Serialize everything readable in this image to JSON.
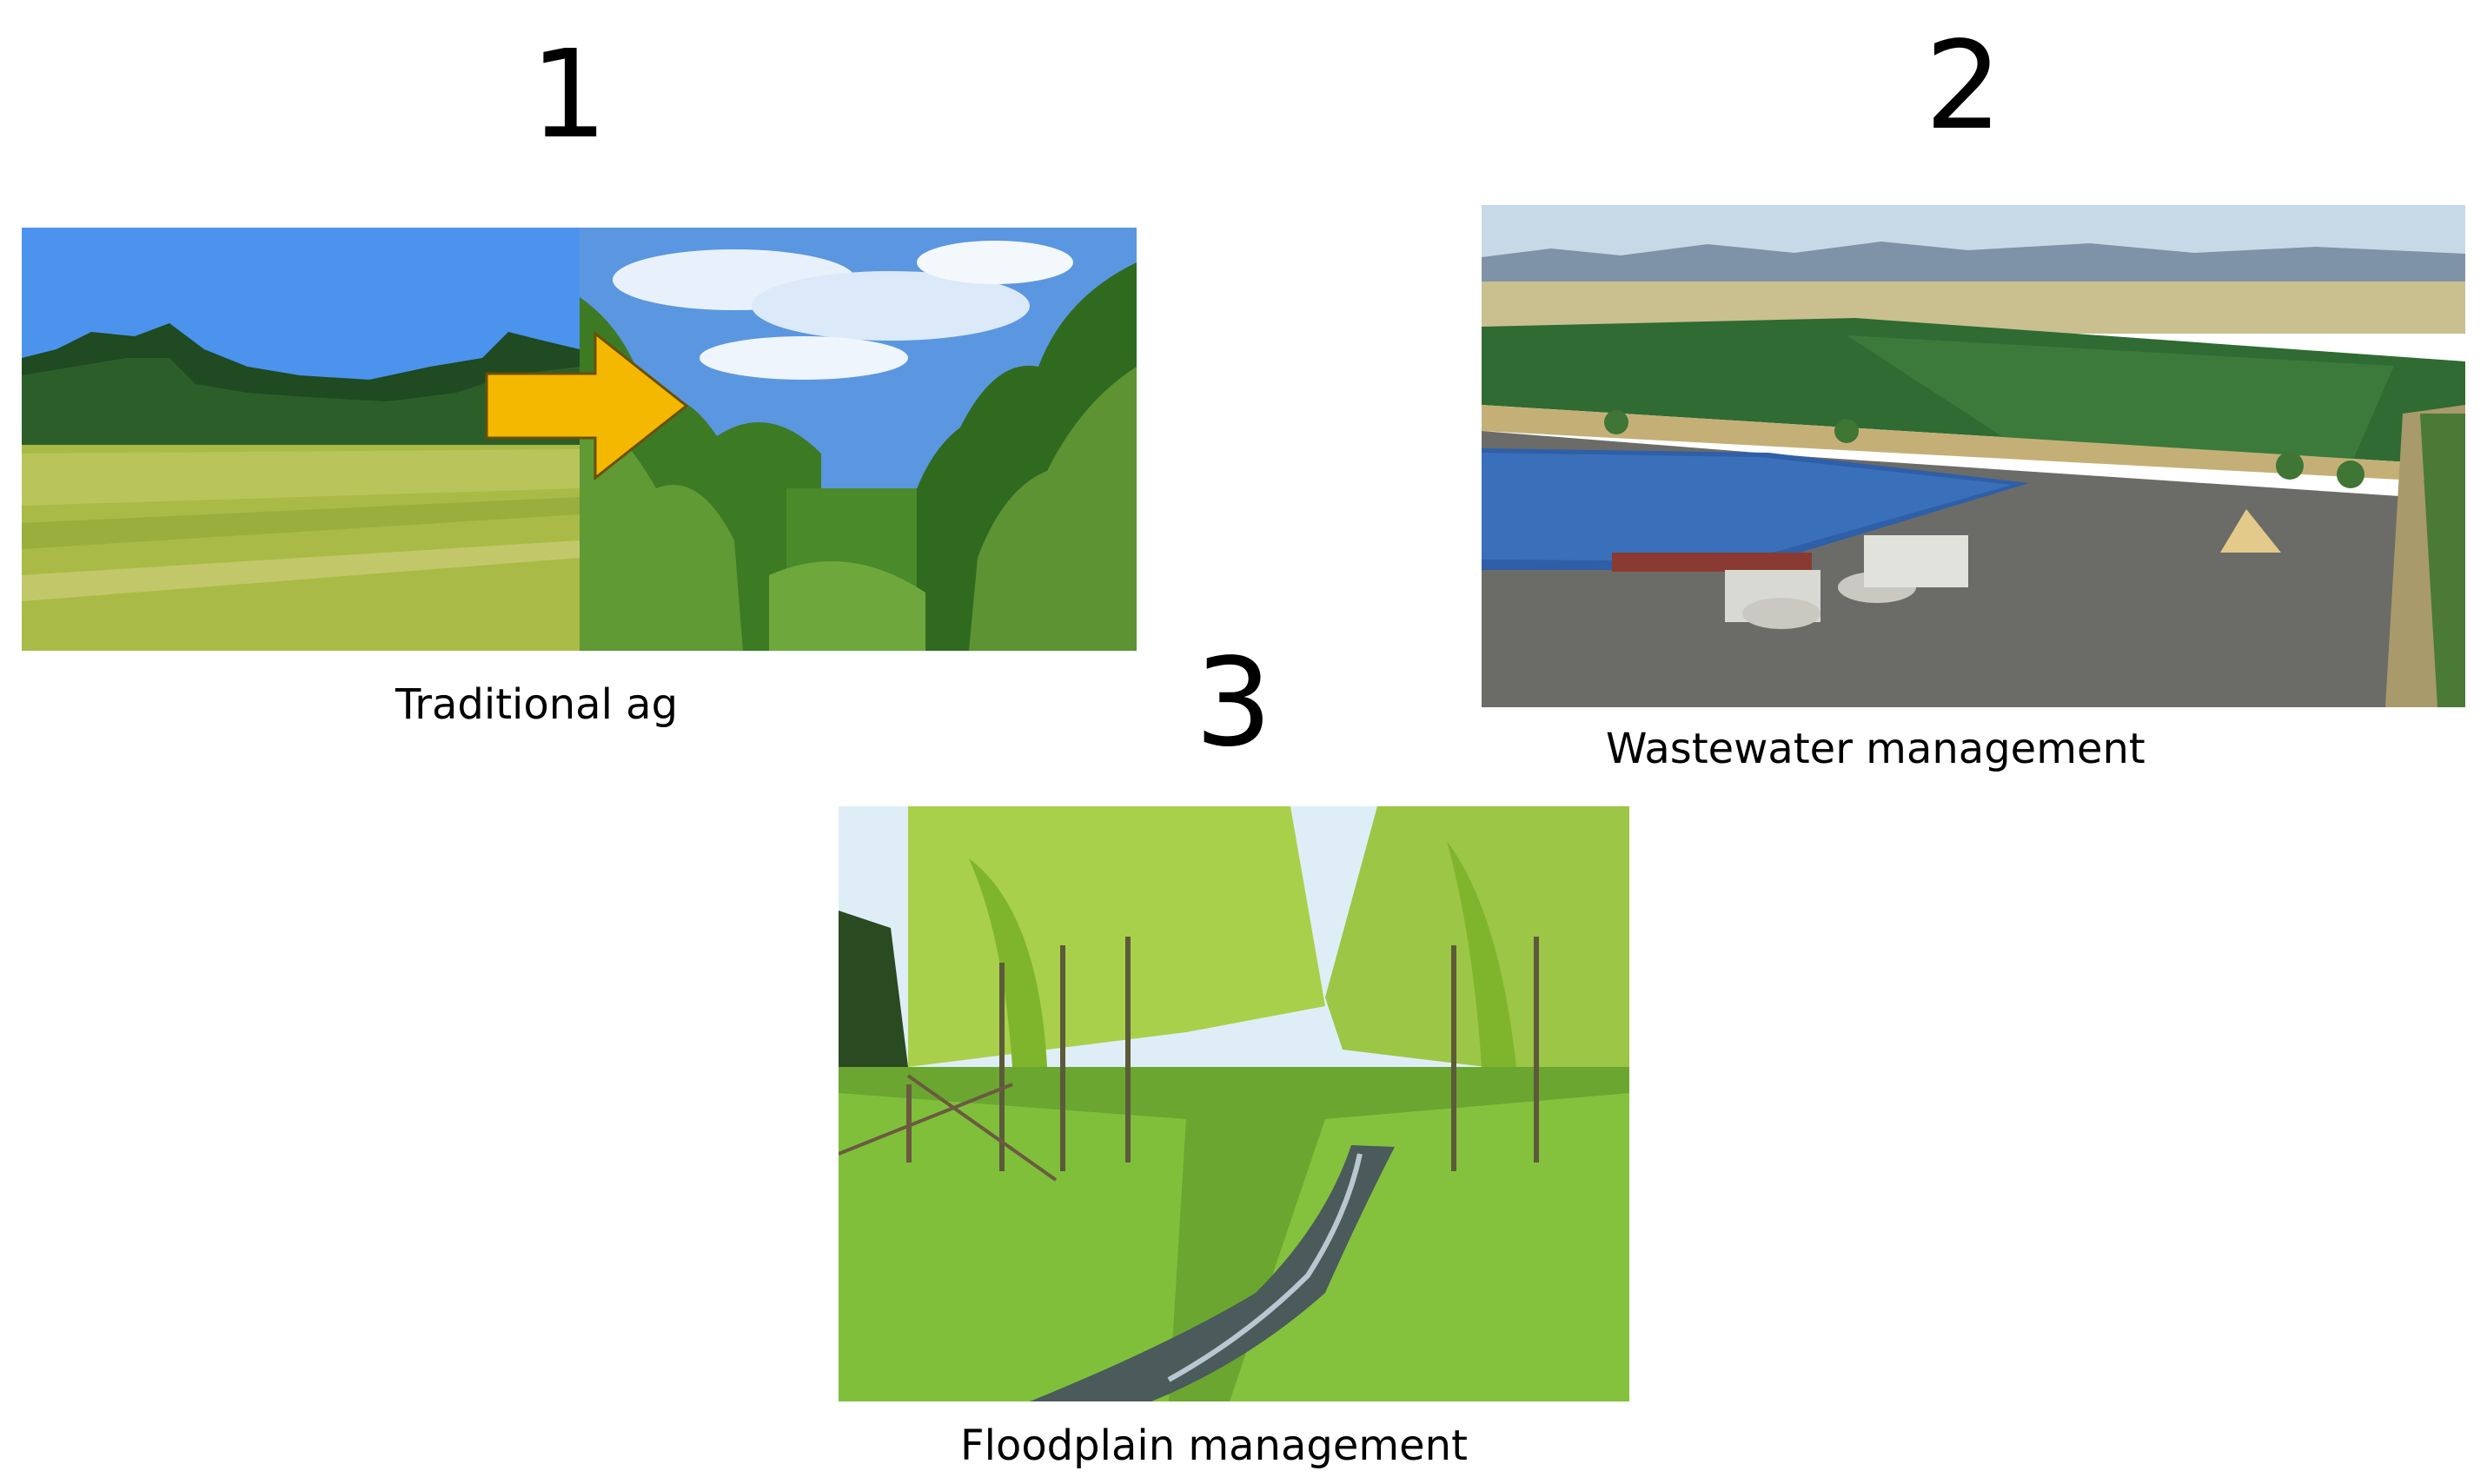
{
  "panels": [
    {
      "number": "1",
      "caption": "Traditional ag"
    },
    {
      "number": "2",
      "caption": "Wastewater management"
    },
    {
      "number": "3",
      "caption": "Floodplain management"
    }
  ],
  "colors": {
    "arrow": "#f5b800",
    "sky": "#2f7fe0",
    "grass": "#9cb43a",
    "foliage": "#3f7a22",
    "water": "#2e5fa8"
  }
}
